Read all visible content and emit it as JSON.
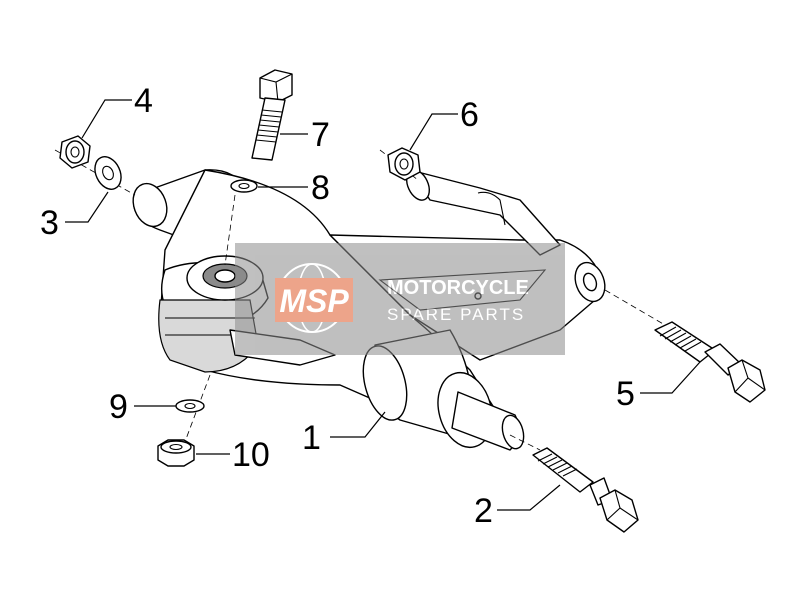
{
  "watermark": {
    "logo_text": "MSP",
    "line1": "MOTORCYCLE",
    "line2": "SPARE PARTS",
    "logo_color": "#e05a2b",
    "band_color": "#8c8c8c"
  },
  "callouts": [
    {
      "id": "1",
      "label": "1"
    },
    {
      "id": "2",
      "label": "2"
    },
    {
      "id": "3",
      "label": "3"
    },
    {
      "id": "4",
      "label": "4"
    },
    {
      "id": "5",
      "label": "5"
    },
    {
      "id": "6",
      "label": "6"
    },
    {
      "id": "7",
      "label": "7"
    },
    {
      "id": "8",
      "label": "8"
    },
    {
      "id": "9",
      "label": "9"
    },
    {
      "id": "10",
      "label": "10"
    }
  ]
}
